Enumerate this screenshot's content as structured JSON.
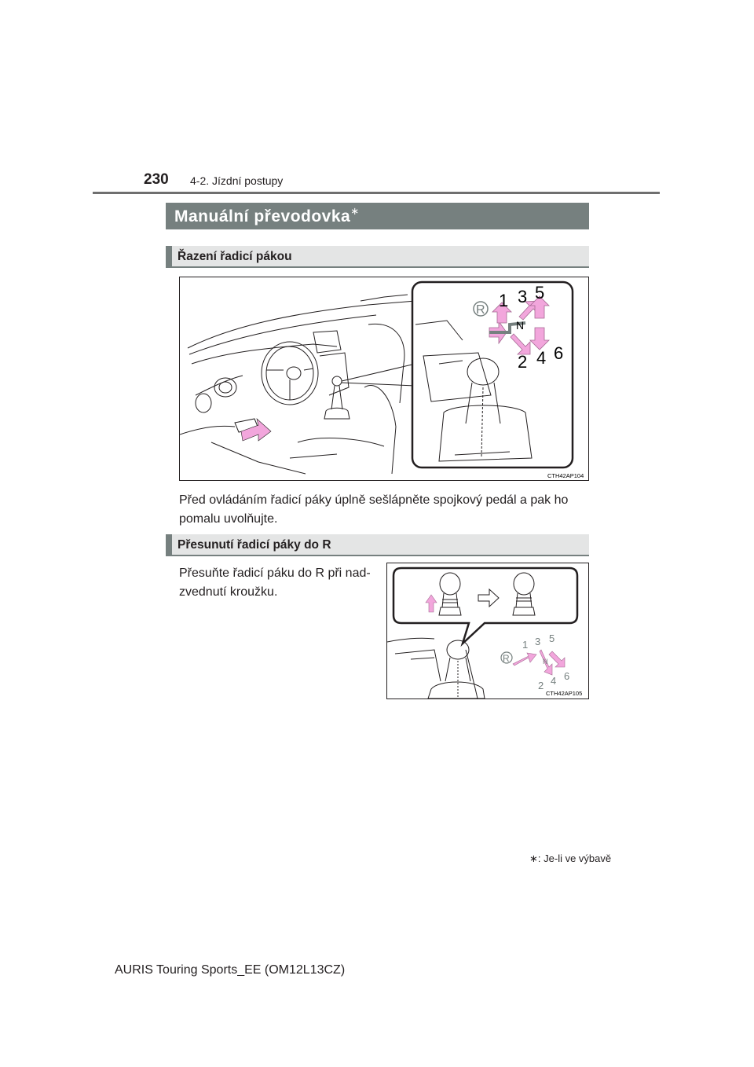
{
  "header": {
    "page_number": "230",
    "chapter": "4-2. Jízdní postupy"
  },
  "section": {
    "title": "Manuální převodovka",
    "title_mark": "∗"
  },
  "sub1": {
    "title": "Řazení řadicí pákou",
    "figure_code": "CTH42AP104",
    "body": "Před ovládáním řadicí páky úplně sešlápněte spojkový pedál a pak ho pomalu uvolňujte.",
    "gears_top": [
      "1",
      "3",
      "5"
    ],
    "gears_bottom": [
      "2",
      "4",
      "6"
    ],
    "gear_r": "R",
    "gear_n": "N"
  },
  "sub2": {
    "title": "Přesunutí řadicí páky do R",
    "body": "Přesuňte řadicí páku do R při nad- zvednutí kroužku.",
    "figure_code": "CTH42AP105"
  },
  "footnote": {
    "mark": "∗",
    "text": ": Je-li ve výbavě"
  },
  "footer": {
    "text": "AURIS Touring Sports_EE (OM12L13CZ)"
  },
  "colors": {
    "heading_bar": "#76807f",
    "subheading_bg": "#e4e5e5",
    "arrow_pink": "#f2a6dc"
  }
}
